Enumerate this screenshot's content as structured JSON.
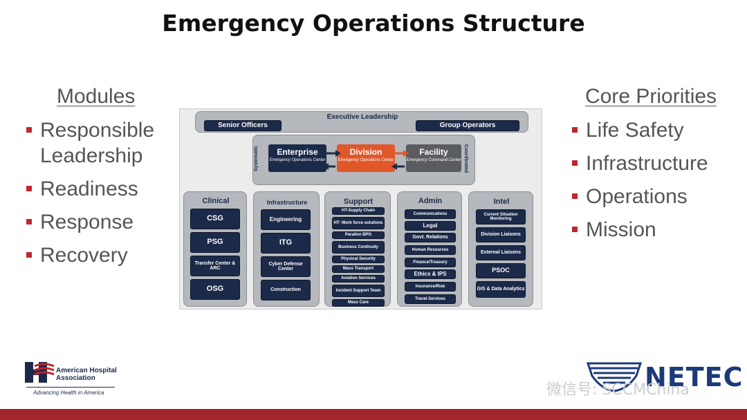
{
  "title": "Emergency Operations Structure",
  "left": {
    "heading": "Modules",
    "items": [
      "Responsible Leadership",
      "Readiness",
      "Response",
      "Recovery"
    ]
  },
  "right": {
    "heading": "Core Priorities",
    "items": [
      "Life Safety",
      "Infrastructure",
      "Operations",
      "Mission"
    ]
  },
  "diagram": {
    "executive": "Executive Leadership",
    "senior": "Senior Officers",
    "group": "Group Operators",
    "side_left": "Systematic",
    "side_right": "Coordinated",
    "enterprise": {
      "name": "Enterprise",
      "sub": "Emergency Operations Center"
    },
    "division": {
      "name": "Division",
      "sub": "Emergency Operations Center"
    },
    "facility": {
      "name": "Facility",
      "sub": "Emergency Command Center"
    },
    "columns": [
      {
        "title": "Clinical",
        "items": [
          "CSG",
          "PSG",
          "Transfer Center & ARC",
          "OSG"
        ]
      },
      {
        "title": "Infrastructure",
        "items": [
          "Engineering",
          "ITG",
          "Cyber Defense Center",
          "Construction"
        ]
      },
      {
        "title": "Support",
        "items": [
          "HT-Supply Chain",
          "HT- Work force solutions",
          "Parallon BPG",
          "Business Continuity",
          "Physical Security",
          "Mass Transport",
          "Aviation Services",
          "Incident Support Team",
          "Mass Care"
        ]
      },
      {
        "title": "Admin",
        "items": [
          "Communications",
          "Legal",
          "Govt. Relations",
          "Human Resources",
          "Finance/Treasury",
          "Ethics & IPS",
          "Insurance/Risk",
          "Travel Services"
        ]
      },
      {
        "title": "Intel",
        "items": [
          "Current Situation Monitoring",
          "Division Liaisons",
          "External Liaisons",
          "PSOC",
          "GIS & Data Analytics"
        ]
      }
    ],
    "colors": {
      "navy": "#1c2a4a",
      "orange": "#e0572a",
      "gray": "#5a5c60",
      "panel": "#b5b8bc"
    }
  },
  "logos": {
    "aha_name": "American Hospital Association",
    "aha_tagline": "Advancing Health in America",
    "netec": "NETEC",
    "watermark": "微信号: SCCMChina"
  },
  "accent": "#a3252d"
}
